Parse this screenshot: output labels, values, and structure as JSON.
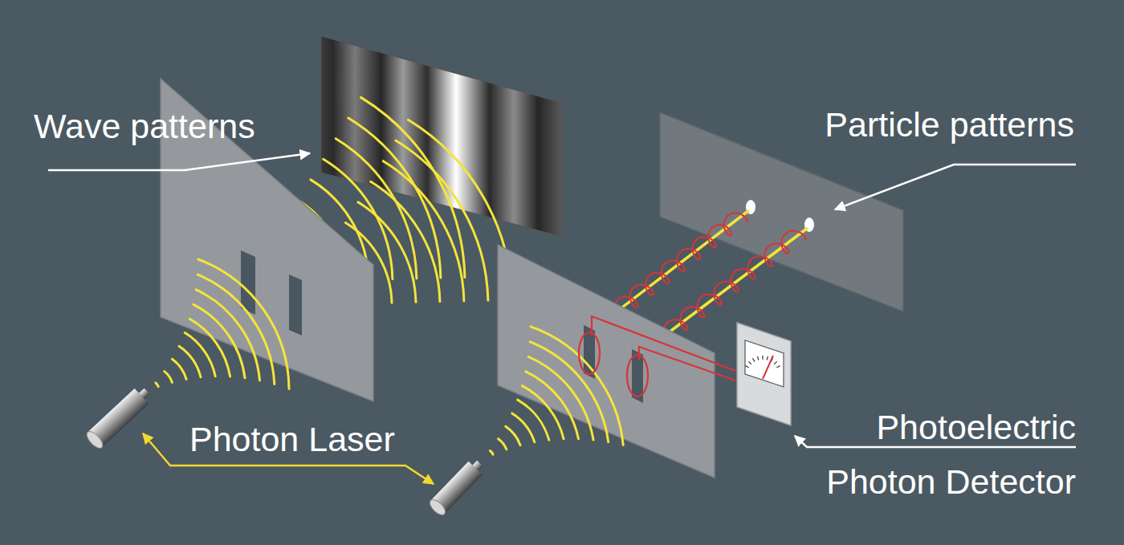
{
  "diagram": {
    "labels": [
      "Wave patterns",
      "Particle patterns",
      "Photon Laser",
      "Photoelectric Photon Detector"
    ]
  }
}
